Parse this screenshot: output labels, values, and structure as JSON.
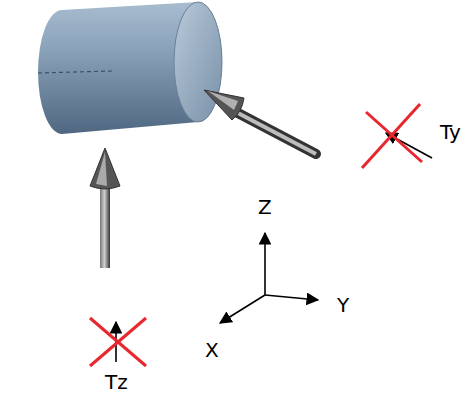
{
  "diagram": {
    "labels": [
      "Z",
      "Y",
      "X",
      "Tz",
      "Ty"
    ]
  }
}
